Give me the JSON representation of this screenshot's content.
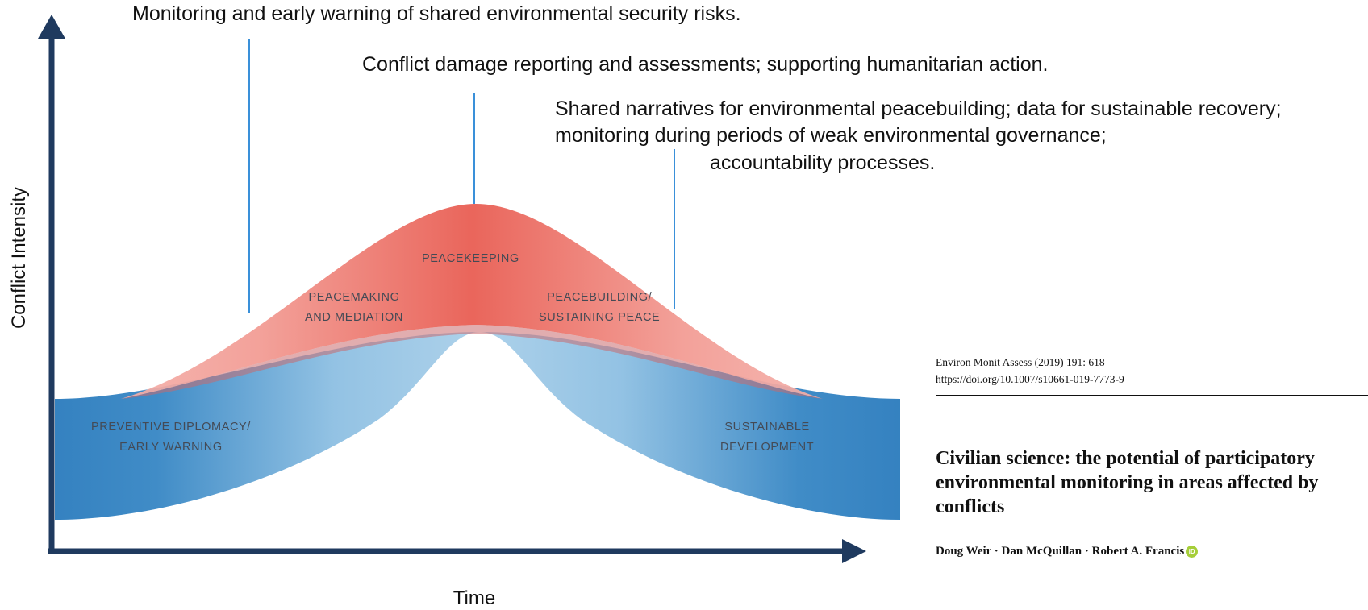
{
  "annotations": {
    "early_warning": "Monitoring and early warning of shared environmental security risks.",
    "conflict_damage": "Conflict damage reporting and assessments; supporting humanitarian action.",
    "narratives_line1": "Shared narratives for environmental peacebuilding; data for sustainable recovery;",
    "narratives_line2": "monitoring during periods of weak environmental governance;",
    "narratives_line3": "accountability processes."
  },
  "axes": {
    "y_label": "Conflict Intensity",
    "x_label": "Time"
  },
  "phases": {
    "preventive_1": "PREVENTIVE DIPLOMACY/",
    "preventive_2": "EARLY WARNING",
    "peacemaking_1": "PEACEMAKING",
    "peacemaking_2": "AND MEDIATION",
    "peacekeeping": "PEACEKEEPING",
    "peacebuilding_1": "PEACEBUILDING/",
    "peacebuilding_2": "SUSTAINING PEACE",
    "sustainable_1": "SUSTAINABLE",
    "sustainable_2": "DEVELOPMENT"
  },
  "paper": {
    "journal": "Environ Monit Assess (2019) 191: 618",
    "doi": "https://doi.org/10.1007/s10661-019-7773-9",
    "title_line1": "Civilian science: the potential of participatory",
    "title_line2": "environmental monitoring in areas affected by",
    "title_line3": "conflicts",
    "authors": "Doug Weir · Dan McQuillan · Robert A. Francis",
    "orcid_badge": "iD"
  },
  "colors": {
    "axis": "#1f3a5f",
    "red_band": "#e85a4f",
    "blue_band": "#2f80bf",
    "leader_line": "#3a90d9"
  }
}
